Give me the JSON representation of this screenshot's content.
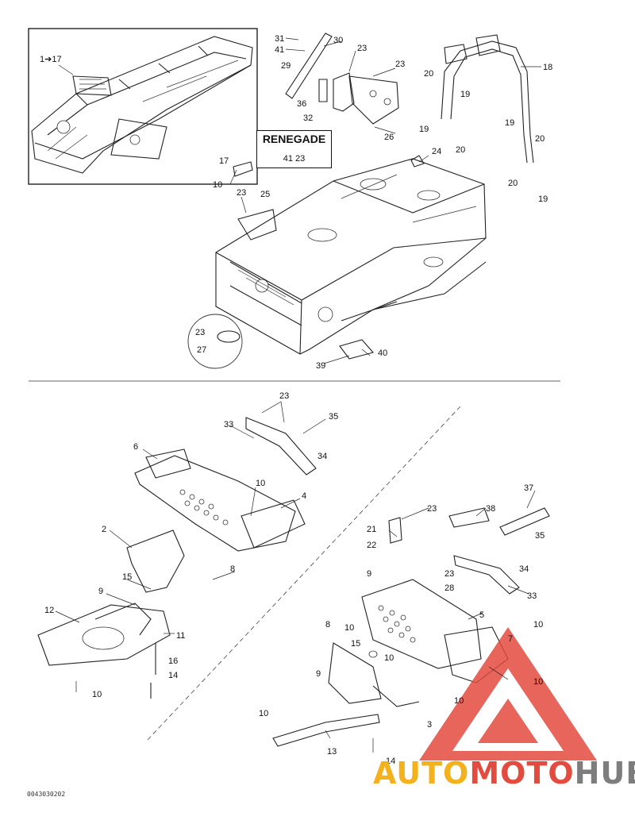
{
  "diagram": {
    "inset_label": "1➔17",
    "renegade_box": {
      "title": "RENEGADE",
      "parts": "41  23"
    },
    "callouts_top": [
      "31",
      "41",
      "30",
      "29",
      "23",
      "23",
      "36",
      "32",
      "26",
      "18",
      "20",
      "19",
      "19",
      "20",
      "19",
      "20",
      "20",
      "19",
      "24",
      "17",
      "10",
      "23",
      "25",
      "23",
      "27",
      "39",
      "40"
    ],
    "callouts_left": [
      "23",
      "33",
      "35",
      "34",
      "6",
      "10",
      "4",
      "2",
      "8",
      "15",
      "9",
      "12",
      "11",
      "16",
      "14",
      "10"
    ],
    "callouts_right": [
      "37",
      "38",
      "23",
      "21",
      "35",
      "22",
      "34",
      "23",
      "9",
      "28",
      "33",
      "5",
      "10",
      "10",
      "8",
      "7",
      "15",
      "10",
      "10",
      "10",
      "9",
      "3",
      "10",
      "13",
      "14"
    ]
  },
  "watermark": {
    "part1": "AUTO",
    "part2": "MOTO",
    "part3": "HUB",
    "color_primary": "#e34b3e",
    "color_accent": "#f3b21b",
    "color_gray": "#7d7d7d"
  },
  "figure_code": "0043030202"
}
